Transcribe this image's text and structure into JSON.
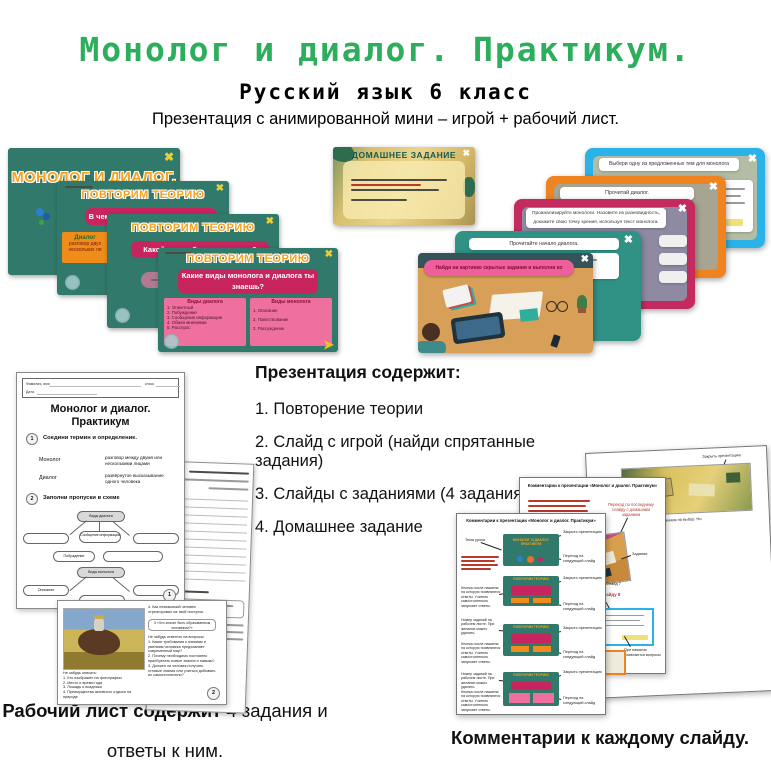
{
  "palette": {
    "title_green": "#2cae5c",
    "slide_teal": "#30796b",
    "bubble_orange": "#f6a21c",
    "box_crimson": "#c8245e",
    "panel_pink": "#ef6f9e",
    "card_orange": "#f08c1a",
    "slide_blue": "#2ab3e8",
    "slide_orange": "#ef831f",
    "slide_crimson": "#c42a5e",
    "slide_teal_light": "#2f9285",
    "accent_yellow": "#e8c51f"
  },
  "header": {
    "title": "Монолог и диалог. Практикум.",
    "subtitle": "Русский язык 6 класс",
    "description": "Презентация с анимированной мини – игрой + рабочий лист."
  },
  "theory_stack": {
    "slide1": {
      "title": "МОНОЛОГ И ДИАЛОГ."
    },
    "slide2": {
      "title": "ПОВТОРИМ ТЕОРИЮ",
      "question": "В чем разница между диалогом и",
      "card_term": "Диалог",
      "card_line1": "разговор двух",
      "card_line2": "нескольких ли"
    },
    "slide3": {
      "title": "ПОВТОРИМ ТЕОРИЮ",
      "question": "Какой может быть наша речь?"
    },
    "slide4": {
      "title": "ПОВТОРИМ ТЕОРИЮ",
      "question": "Какие виды монолога и диалога ты знаешь?",
      "dialog_title": "Виды диалога",
      "dialog_items": [
        "1.  Этикетный",
        "2.  Побуждение",
        "3.  Сообщение информации",
        "4.  Обмен мнениями",
        "5.  Расспрос"
      ],
      "monolog_title": "Виды монолога",
      "monolog_items": [
        "1.  Описание",
        "2.  Повествование",
        "3.  Рассуждение"
      ]
    }
  },
  "homework_slide": {
    "title": "ДОМАШНЕЕ ЗАДАНИЕ"
  },
  "task_stack": {
    "blue_text": "Выбери одну из предложенных тем для монолога",
    "orange_text": "Прочитай диалог.",
    "crimson_text": "Проанализируйте монологи. Назовите их  разновидность, докажите свою точку зрения, используя текст монолога.",
    "teal_text": "Прочитайте начало диалога.",
    "game_banner": "Найди на картинке скрытые задания и выполни их"
  },
  "contents": {
    "title": "Презентация содержит:",
    "items": [
      "1. Повторение теории",
      "2. Слайд с игрой (найди спрятанные задания)",
      "3. Слайды с заданиями (4 задания)",
      "4. Домашнее задание"
    ]
  },
  "worksheet": {
    "page1": {
      "name_label": "Фамилия, имя",
      "class_label": "класс",
      "date_label": "Дата",
      "title_line1": "Монолог и диалог.",
      "title_line2": "Практикум",
      "task1_num": "1",
      "task1_label": "Соедини термин и определение.",
      "term1": "Монолог",
      "def1": "разговор между двумя или несколькими лицами",
      "term2": "Диалог",
      "def2": "развёрнутое высказывание одного человека",
      "task2_num": "2",
      "task2_label": "Заполни пропуски в схеме",
      "scheme1_root": "Виды диалога",
      "scheme1_node1": "Сообщение информации",
      "scheme1_node2": "Побуждение",
      "scheme2_root": "Виды монолога",
      "scheme2_node1": "Описание",
      "page_num": "1"
    },
    "page2": {
      "item4": "4.  Как незнакомый человек отреагировал на твой поступок.",
      "box_text": "3 «Что значит быть образованным человеком?»",
      "describe_title": "Не забудь описать:",
      "describe_items": [
        "1.  Кто изображён на фотографии",
        "2.  Место и время года",
        "3.  Лошадь и всадника",
        "4.  Преимущества активного отдыха на природе"
      ],
      "answer_title": "Не забудь ответить на вопросы:",
      "answer_items": [
        "1.  Какие требования к знаниям и умениям человека предъявляет современный мир?",
        "2.  Почему необходимо постоянно приобретать новые знания и навыки?",
        "3.  Должен ли человек получать готовые знания или учиться добывать их самостоятельно?"
      ],
      "page_num": "2"
    }
  },
  "worksheet_caption": {
    "bold": "Рабочий лист содержит",
    "normal": " 4 задания и",
    "line2": "ответы к ним."
  },
  "comments": {
    "page_title": "Комментарии к презентации «Монолог и диалог. Практикум»",
    "label_tema": "Тема урока",
    "label_close": "Закрыть презентацию",
    "label_next": "Переход на следующий слайд",
    "label_button": "Кнопка после нажатия на которую появляются ответы. Учитель самостоятельно запускает ответы.",
    "label_number": "Номер заданий на рабочем листе. При желании можно удалить.",
    "label_home": "Переход по последнему слайду с домашним заданием",
    "label_zadaniya": "Задания",
    "label_slide7": "Слайд 7",
    "label_jump8": "Переход к слайду 8",
    "label_questions": "При нажатии появляются вопросы",
    "back_caption": "…заданием на выбор. Но",
    "thumb1_line1": "МОНОЛОГ И ДИАЛОГ.",
    "thumb1_line2": "ПРАКТИКУМ",
    "thumb_title": "ПОВТОРИМ ТЕОРИЮ"
  },
  "comments_caption": "Комментарии к каждому слайду."
}
